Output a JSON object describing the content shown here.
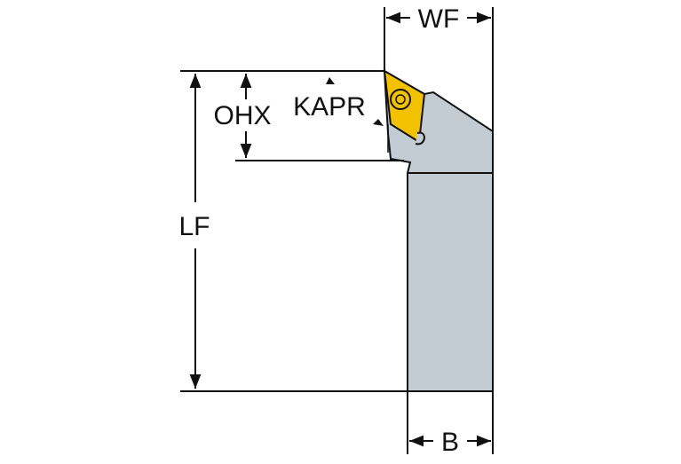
{
  "diagram": {
    "type": "turning tool holder dimension drawing",
    "labels": {
      "wf": "WF",
      "ohx": "OHX",
      "kapr": "KAPR",
      "lf": "LF",
      "b": "B"
    },
    "colors": {
      "holder_body": "#c3cbd3",
      "insert": "#f2c200",
      "outline": "#111111",
      "background": "#ffffff"
    }
  }
}
